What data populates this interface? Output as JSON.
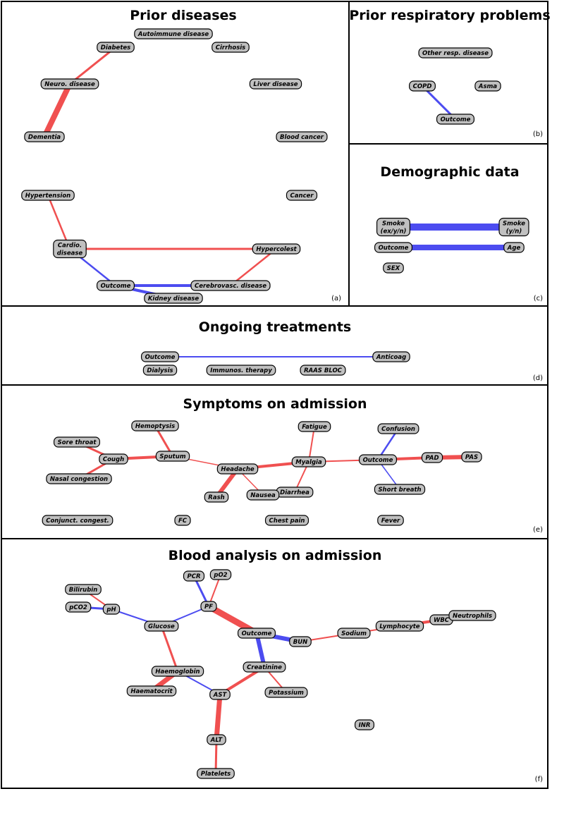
{
  "colors": {
    "positive": "#f05050",
    "negative": "#4c4cf0",
    "node_fill": "#c0c0c0"
  },
  "panels": [
    {
      "id": "a",
      "title": "Prior diseases",
      "tag": "(a)",
      "nodes": [
        {
          "id": "diabetes",
          "label": "Diabetes"
        },
        {
          "id": "autoimmune",
          "label": "Autoimmune disease"
        },
        {
          "id": "cirrhosis",
          "label": "Cirrhosis"
        },
        {
          "id": "neuro",
          "label": "Neuro. disease"
        },
        {
          "id": "liver",
          "label": "Liver disease"
        },
        {
          "id": "dementia",
          "label": "Dementia"
        },
        {
          "id": "bloodcancer",
          "label": "Blood cancer"
        },
        {
          "id": "hypertension",
          "label": "Hypertension"
        },
        {
          "id": "cancer",
          "label": "Cancer"
        },
        {
          "id": "cardio",
          "label": "Cardio.\ndisease"
        },
        {
          "id": "hypercolest",
          "label": "Hypercolest"
        },
        {
          "id": "outcome",
          "label": "Outcome"
        },
        {
          "id": "cerebro",
          "label": "Cerebrovasc. disease"
        },
        {
          "id": "kidney",
          "label": "Kidney disease"
        }
      ],
      "edges": [
        {
          "from": "diabetes",
          "to": "neuro",
          "sign": "positive",
          "weight": 3
        },
        {
          "from": "neuro",
          "to": "dementia",
          "sign": "positive",
          "weight": 8
        },
        {
          "from": "hypertension",
          "to": "cardio",
          "sign": "positive",
          "weight": 2.5
        },
        {
          "from": "cardio",
          "to": "hypercolest",
          "sign": "positive",
          "weight": 3
        },
        {
          "from": "hypercolest",
          "to": "cerebro",
          "sign": "positive",
          "weight": 2.5
        },
        {
          "from": "cardio",
          "to": "outcome",
          "sign": "negative",
          "weight": 2.5
        },
        {
          "from": "outcome",
          "to": "cerebro",
          "sign": "negative",
          "weight": 4
        },
        {
          "from": "outcome",
          "to": "kidney",
          "sign": "negative",
          "weight": 4
        }
      ]
    },
    {
      "id": "b",
      "title": "Prior respiratory problems",
      "tag": "(b)",
      "nodes": [
        {
          "id": "otherresp",
          "label": "Other resp. disease"
        },
        {
          "id": "copd",
          "label": "COPD"
        },
        {
          "id": "asma",
          "label": "Asma"
        },
        {
          "id": "outcome",
          "label": "Outcome"
        }
      ],
      "edges": [
        {
          "from": "copd",
          "to": "outcome",
          "sign": "negative",
          "weight": 3
        }
      ]
    },
    {
      "id": "c",
      "title": "Demographic data",
      "tag": "(c)",
      "nodes": [
        {
          "id": "smoke3",
          "label": "Smoke\n(ex/y/n)"
        },
        {
          "id": "smoke2",
          "label": "Smoke\n(y/n)"
        },
        {
          "id": "outcome",
          "label": "Outcome"
        },
        {
          "id": "age",
          "label": "Age"
        },
        {
          "id": "sex",
          "label": "SEX"
        }
      ],
      "edges": [
        {
          "from": "smoke3",
          "to": "smoke2",
          "sign": "negative",
          "weight": 10
        },
        {
          "from": "outcome",
          "to": "age",
          "sign": "negative",
          "weight": 8
        }
      ]
    },
    {
      "id": "d",
      "title": "Ongoing treatments",
      "tag": "(d)",
      "nodes": [
        {
          "id": "outcome",
          "label": "Outcome"
        },
        {
          "id": "anticoag",
          "label": "Anticoag"
        },
        {
          "id": "dialysis",
          "label": "Dialysis"
        },
        {
          "id": "immunos",
          "label": "Immunos. therapy"
        },
        {
          "id": "raas",
          "label": "RAAS BLOC"
        }
      ],
      "edges": [
        {
          "from": "outcome",
          "to": "anticoag",
          "sign": "negative",
          "weight": 2
        }
      ]
    },
    {
      "id": "e",
      "title": "Symptoms on admission",
      "tag": "(e)",
      "nodes": [
        {
          "id": "hemoptysis",
          "label": "Hemoptysis"
        },
        {
          "id": "fatigue",
          "label": "Fatigue"
        },
        {
          "id": "confusion",
          "label": "Confusion"
        },
        {
          "id": "sorethroat",
          "label": "Sore throat"
        },
        {
          "id": "cough",
          "label": "Cough"
        },
        {
          "id": "sputum",
          "label": "Sputum"
        },
        {
          "id": "pad",
          "label": "PAD"
        },
        {
          "id": "pas",
          "label": "PAS"
        },
        {
          "id": "myalgia",
          "label": "Myalgia"
        },
        {
          "id": "outcome",
          "label": "Outcome"
        },
        {
          "id": "headache",
          "label": "Headache"
        },
        {
          "id": "nasal",
          "label": "Nasal congestion"
        },
        {
          "id": "shortbreath",
          "label": "Short breath"
        },
        {
          "id": "diarrhea",
          "label": "Diarrhea"
        },
        {
          "id": "nausea",
          "label": "Nausea"
        },
        {
          "id": "rash",
          "label": "Rash"
        },
        {
          "id": "conjunct",
          "label": "Conjunct. congest."
        },
        {
          "id": "fc",
          "label": "FC"
        },
        {
          "id": "chestpain",
          "label": "Chest pain"
        },
        {
          "id": "fever",
          "label": "Fever"
        }
      ],
      "edges": [
        {
          "from": "sorethroat",
          "to": "cough",
          "sign": "positive",
          "weight": 3
        },
        {
          "from": "cough",
          "to": "nasal",
          "sign": "positive",
          "weight": 3
        },
        {
          "from": "cough",
          "to": "sputum",
          "sign": "positive",
          "weight": 4
        },
        {
          "from": "hemoptysis",
          "to": "sputum",
          "sign": "positive",
          "weight": 3
        },
        {
          "from": "sputum",
          "to": "headache",
          "sign": "positive",
          "weight": 1.5
        },
        {
          "from": "headache",
          "to": "rash",
          "sign": "positive",
          "weight": 6
        },
        {
          "from": "headache",
          "to": "nausea",
          "sign": "positive",
          "weight": 1.5
        },
        {
          "from": "headache",
          "to": "myalgia",
          "sign": "positive",
          "weight": 4
        },
        {
          "from": "nausea",
          "to": "diarrhea",
          "sign": "positive",
          "weight": 1.5
        },
        {
          "from": "myalgia",
          "to": "diarrhea",
          "sign": "positive",
          "weight": 2
        },
        {
          "from": "fatigue",
          "to": "myalgia",
          "sign": "positive",
          "weight": 2
        },
        {
          "from": "myalgia",
          "to": "outcome",
          "sign": "positive",
          "weight": 2
        },
        {
          "from": "outcome",
          "to": "pad",
          "sign": "positive",
          "weight": 4
        },
        {
          "from": "pad",
          "to": "pas",
          "sign": "positive",
          "weight": 6
        },
        {
          "from": "outcome",
          "to": "confusion",
          "sign": "negative",
          "weight": 2.5
        },
        {
          "from": "outcome",
          "to": "shortbreath",
          "sign": "negative",
          "weight": 1.5
        }
      ]
    },
    {
      "id": "f",
      "title": "Blood analysis on admission",
      "tag": "(f)",
      "nodes": [
        {
          "id": "pcr",
          "label": "PCR"
        },
        {
          "id": "po2",
          "label": "pO2"
        },
        {
          "id": "bilirubin",
          "label": "Bilirubin"
        },
        {
          "id": "pf",
          "label": "PF"
        },
        {
          "id": "pco2",
          "label": "pCO2"
        },
        {
          "id": "ph",
          "label": "pH"
        },
        {
          "id": "wbc",
          "label": "WBC"
        },
        {
          "id": "neutrophils",
          "label": "Neutrophils"
        },
        {
          "id": "glucose",
          "label": "Glucose"
        },
        {
          "id": "lymphocyte",
          "label": "Lymphocyte"
        },
        {
          "id": "outcome",
          "label": "Outcome"
        },
        {
          "id": "sodium",
          "label": "Sodium"
        },
        {
          "id": "bun",
          "label": "BUN"
        },
        {
          "id": "creatinine",
          "label": "Creatinine"
        },
        {
          "id": "haemoglobin",
          "label": "Haemoglobin"
        },
        {
          "id": "haematocrit",
          "label": "Haematocrit"
        },
        {
          "id": "ast",
          "label": "AST"
        },
        {
          "id": "potassium",
          "label": "Potassium"
        },
        {
          "id": "inr",
          "label": "INR"
        },
        {
          "id": "alt",
          "label": "ALT"
        },
        {
          "id": "platelets",
          "label": "Platelets"
        }
      ],
      "edges": [
        {
          "from": "pcr",
          "to": "pf",
          "sign": "negative",
          "weight": 3
        },
        {
          "from": "po2",
          "to": "pf",
          "sign": "positive",
          "weight": 2
        },
        {
          "from": "bilirubin",
          "to": "ph",
          "sign": "positive",
          "weight": 2
        },
        {
          "from": "pco2",
          "to": "ph",
          "sign": "negative",
          "weight": 3
        },
        {
          "from": "ph",
          "to": "glucose",
          "sign": "negative",
          "weight": 2
        },
        {
          "from": "glucose",
          "to": "pf",
          "sign": "negative",
          "weight": 2
        },
        {
          "from": "pf",
          "to": "outcome",
          "sign": "positive",
          "weight": 9
        },
        {
          "from": "outcome",
          "to": "bun",
          "sign": "negative",
          "weight": 6
        },
        {
          "from": "outcome",
          "to": "creatinine",
          "sign": "negative",
          "weight": 6
        },
        {
          "from": "bun",
          "to": "sodium",
          "sign": "positive",
          "weight": 2
        },
        {
          "from": "sodium",
          "to": "lymphocyte",
          "sign": "positive",
          "weight": 2
        },
        {
          "from": "lymphocyte",
          "to": "wbc",
          "sign": "positive",
          "weight": 4
        },
        {
          "from": "wbc",
          "to": "neutrophils",
          "sign": "positive",
          "weight": 6
        },
        {
          "from": "glucose",
          "to": "haemoglobin",
          "sign": "positive",
          "weight": 3
        },
        {
          "from": "haemoglobin",
          "to": "haematocrit",
          "sign": "positive",
          "weight": 7
        },
        {
          "from": "haemoglobin",
          "to": "ast",
          "sign": "negative",
          "weight": 2
        },
        {
          "from": "creatinine",
          "to": "ast",
          "sign": "positive",
          "weight": 4
        },
        {
          "from": "creatinine",
          "to": "potassium",
          "sign": "positive",
          "weight": 2
        },
        {
          "from": "ast",
          "to": "alt",
          "sign": "positive",
          "weight": 7
        },
        {
          "from": "alt",
          "to": "platelets",
          "sign": "positive",
          "weight": 3
        }
      ]
    }
  ]
}
